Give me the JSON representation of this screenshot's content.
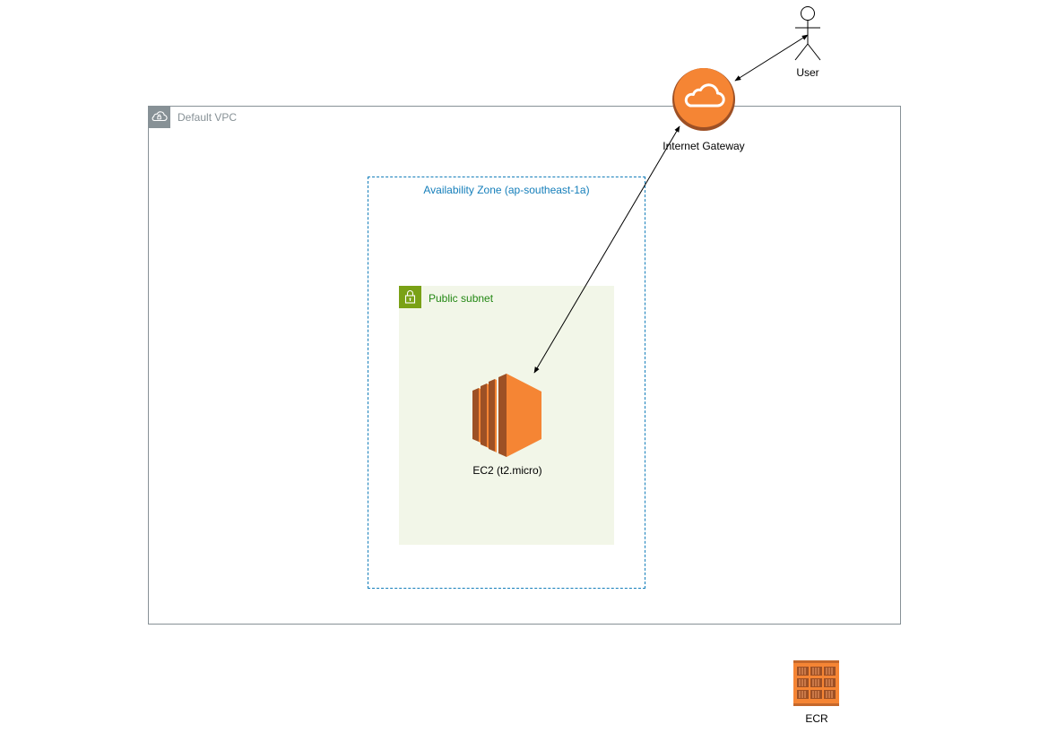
{
  "diagram": {
    "vpc": {
      "label": "Default VPC",
      "icon": "vpc-cloud-lock-icon"
    },
    "availability_zone": {
      "label": "Availability Zone (ap-southeast-1a)"
    },
    "subnet": {
      "label": "Public subnet",
      "icon": "lock-icon"
    },
    "ec2": {
      "label": "EC2 (t2.micro)",
      "icon": "ec2-instance-icon"
    },
    "internet_gateway": {
      "label": "Internet Gateway",
      "icon": "internet-gateway-cloud-icon"
    },
    "user": {
      "label": "User",
      "icon": "user-actor-icon"
    },
    "ecr": {
      "label": "ECR",
      "icon": "ecr-registry-icon"
    },
    "connections": [
      {
        "from": "User",
        "to": "Internet Gateway",
        "direction": "bidirectional"
      },
      {
        "from": "Internet Gateway",
        "to": "EC2 (t2.micro)",
        "direction": "bidirectional"
      }
    ]
  },
  "colors": {
    "vpc_border": "#879196",
    "vpc_label": "#879196",
    "az_border": "#147EBA",
    "az_label": "#147EBA",
    "subnet_fill": "#F2F6E8",
    "subnet_icon_bg": "#7AA116",
    "subnet_label": "#248814",
    "aws_orange": "#F58534",
    "aws_orange_dark": "#9D5025",
    "connector": "#000000"
  }
}
